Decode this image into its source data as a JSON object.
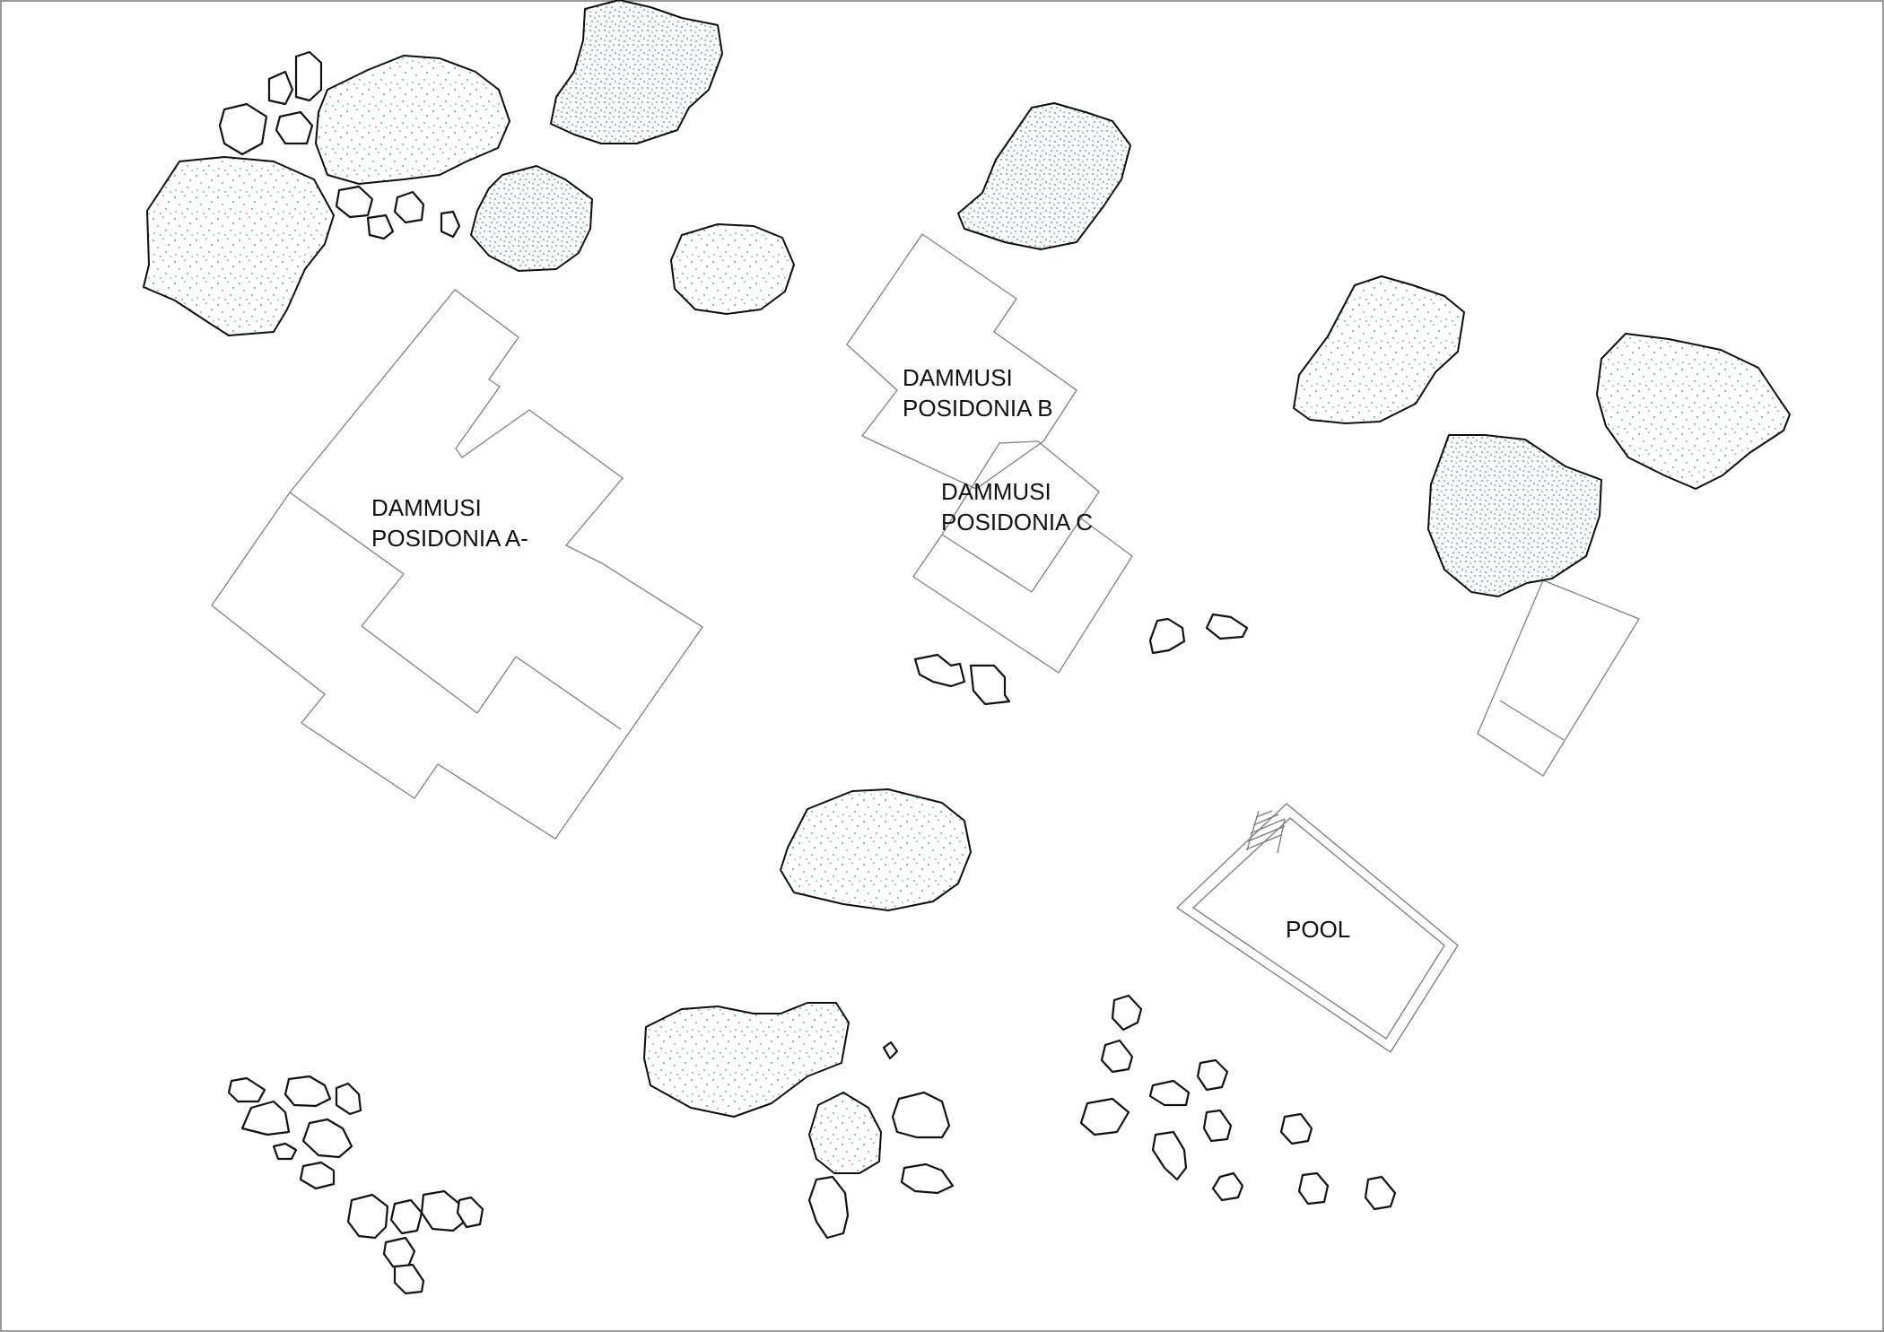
{
  "map": {
    "labels": {
      "building_a_line1": "DAMMUSI",
      "building_a_line2": "POSIDONIA A-",
      "building_b_line1": "DAMMUSI",
      "building_b_line2": "POSIDONIA B",
      "building_c_line1": "DAMMUSI",
      "building_c_line2": "POSIDONIA C",
      "pool": "POOL"
    },
    "colors": {
      "background": "#ffffff",
      "outline": "#808080",
      "rock_stroke": "#111111",
      "vegetation_stipple": "#3a8a6e"
    },
    "legend": [
      {
        "icon": "vegetation-stipple",
        "meaning": ""
      },
      {
        "icon": "rock-outline",
        "meaning": ""
      }
    ]
  }
}
